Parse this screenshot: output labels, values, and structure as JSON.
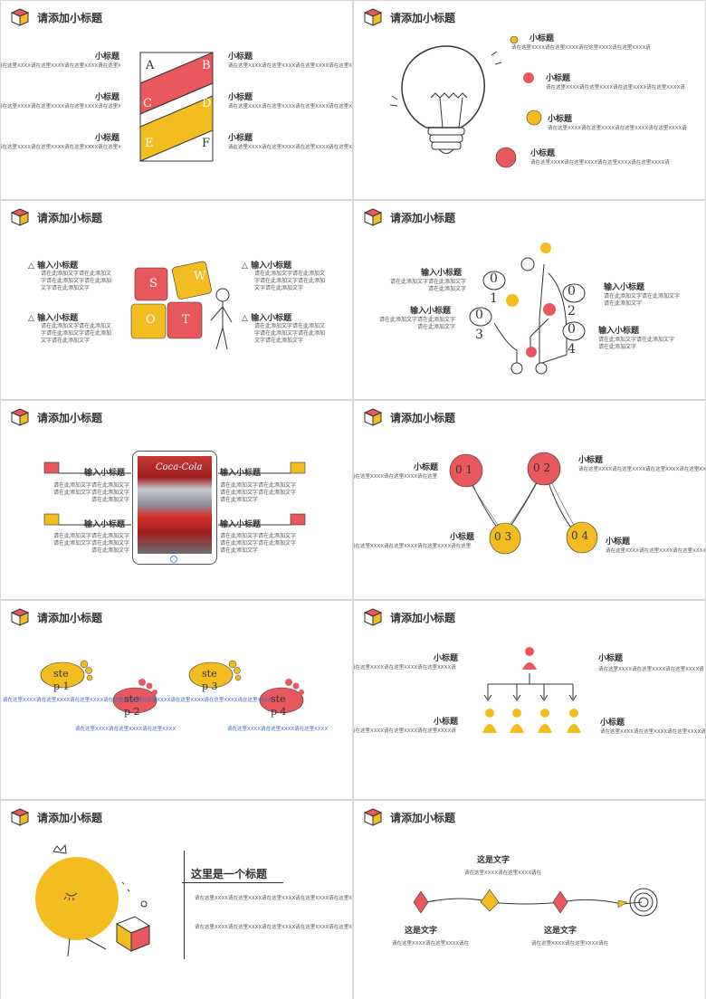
{
  "colors": {
    "red": "#e8585c",
    "yellow": "#f3bd22",
    "line": "#333333"
  },
  "slides": [
    {
      "title": "请添加小标题",
      "items": [
        {
          "h": "小标题",
          "t": "请在这里XXXX请在这里XXXX请在这里XXXX请在这里XXXX请"
        },
        {
          "h": "小标题",
          "t": "请在这里XXXX请在这里XXXX请在这里XXXX请在这里XXXX请"
        },
        {
          "h": "小标题",
          "t": "请在这里XXXX请在这里XXXX请在这里XXXX请在这里XXXX请"
        },
        {
          "h": "小标题",
          "t": "请在这里XXXX请在这里XXXX请在这里XXXX请在这里XXXX请"
        },
        {
          "h": "小标题",
          "t": "请在这里XXXX请在这里XXXX请在这里XXXX请在这里XXXX请"
        },
        {
          "h": "小标题",
          "t": "请在这里XXXX请在这里XXXX请在这里XXXX请在这里XXXX请"
        }
      ],
      "letters": [
        "A",
        "B",
        "C",
        "D",
        "E",
        "F"
      ]
    },
    {
      "title": "请添加小标题",
      "items": [
        {
          "h": "小标题",
          "t": "请在这里XXXX请在这里XXXX请在这里XXXX请在这里XXXX请"
        },
        {
          "h": "小标题",
          "t": "请在这里XXXX请在这里XXXX请在这里XXXX请在这里XXXX请"
        },
        {
          "h": "小标题",
          "t": "请在这里XXXX请在这里XXXX请在这里XXXX请在这里XXXX请"
        },
        {
          "h": "小标题",
          "t": "请在这里XXXX请在这里XXXX请在这里XXXX请在这里XXXX请"
        }
      ]
    },
    {
      "title": "请添加小标题",
      "items": [
        {
          "h": "输入小标题",
          "t": "请在此添加文字请在此添加文字请在此添加文字请在此添加文字请在此添加文字"
        },
        {
          "h": "输入小标题",
          "t": "请在此添加文字请在此添加文字请在此添加文字请在此添加文字请在此添加文字"
        },
        {
          "h": "输入小标题",
          "t": "请在此添加文字请在此添加文字请在此添加文字请在此添加文字请在此添加文字"
        },
        {
          "h": "输入小标题",
          "t": "请在此添加文字请在此添加文字请在此添加文字请在此添加文字请在此添加文字"
        }
      ],
      "puzzle": [
        "S",
        "W",
        "O",
        "T"
      ]
    },
    {
      "title": "请添加小标题",
      "items": [
        {
          "h": "输入小标题",
          "t": "请在此添加文字请在此添加文字请在此添加文字"
        },
        {
          "h": "输入小标题",
          "t": "请在此添加文字请在此添加文字请在此添加文字"
        },
        {
          "h": "输入小标题",
          "t": "请在此添加文字请在此添加文字请在此添加文字"
        },
        {
          "h": "输入小标题",
          "t": "请在此添加文字请在此添加文字请在此添加文字"
        }
      ],
      "nums": [
        "0",
        "1",
        "0",
        "2",
        "0",
        "3",
        "0",
        "4"
      ]
    },
    {
      "title": "请添加小标题",
      "items": [
        {
          "h": "输入小标题",
          "t": "请在此添加文字请在此添加文字请在此添加文字请在此添加文字请在此添加文字"
        },
        {
          "h": "输入小标题",
          "t": "请在此添加文字请在此添加文字请在此添加文字请在此添加文字请在此添加文字"
        },
        {
          "h": "输入小标题",
          "t": "请在此添加文字请在此添加文字请在此添加文字请在此添加文字请在此添加文字"
        },
        {
          "h": "输入小标题",
          "t": "请在此添加文字请在此添加文字请在此添加文字请在此添加文字请在此添加文字"
        }
      ],
      "photo_sign": "Coca-Cola"
    },
    {
      "title": "请添加小标题",
      "items": [
        {
          "h": "小标题",
          "t": "请在这里XXXX请在这里XXXX请在这里XXXX"
        },
        {
          "h": "小标题",
          "t": "请在这里XXXX请在这里XXXX请在这里XXXX请在这里XXXX请"
        },
        {
          "h": "小标题",
          "t": "请在这里XXXX请在这里XXXX请在这里XXXX请在这里XXXX请"
        },
        {
          "h": "小标题",
          "t": "请在这里XXXX请在这里XXXX请在这里XXXX请在这里XXXX请"
        }
      ],
      "circles": [
        "0 1",
        "0 2",
        "0 3",
        "0 4"
      ]
    },
    {
      "title": "请添加小标题",
      "steps": [
        {
          "a": "ste",
          "b": "p 1"
        },
        {
          "a": "ste",
          "b": "p 2"
        },
        {
          "a": "ste",
          "b": "p 3"
        },
        {
          "a": "ste",
          "b": "p 4"
        }
      ],
      "lines": [
        "请在这里XXXX请在这里XXXX请在这里XXXX请在这里XXXX请在这里XXXX请在这里XXXX请在这里XXXX请在这里XXXX",
        "请在这里XXXX请在这里XXXX请在这里XXXX",
        "请在这里XXXX请在这里XXXX请在这里XXXX"
      ]
    },
    {
      "title": "请添加小标题",
      "items": [
        {
          "h": "小标题",
          "t": "请在这里XXXX请在这里XXXX请在这里XXXX请"
        },
        {
          "h": "小标题",
          "t": "请在这里XXXX请在这里XXXX请在这里XXXX请"
        },
        {
          "h": "小标题",
          "t": "请在这里XXXX请在这里XXXX请在这里XXXX请"
        },
        {
          "h": "小标题",
          "t": "请在这里XXXX请在这里XXXX请在这里XXXX请"
        }
      ]
    },
    {
      "title": "请添加小标题",
      "heading": "这里是一个标题",
      "lines": [
        "请在这里XXXX请在这里XXXX请在这里XXXX请在这里XXXX请在这里X",
        "请在这里XXXX请在这里XXXX请在这里XXXX请在这里XXXX请在这里X"
      ]
    },
    {
      "title": "请添加小标题",
      "items": [
        {
          "h": "这是文字",
          "t": "请在这里XXXX请在这里XXXX请在"
        },
        {
          "h": "这是文字",
          "t": "请在这里XXXX请在这里XXXX请在"
        },
        {
          "h": "这是文字",
          "t": "请在这里XXXX请在这里XXXX请在"
        }
      ]
    }
  ]
}
